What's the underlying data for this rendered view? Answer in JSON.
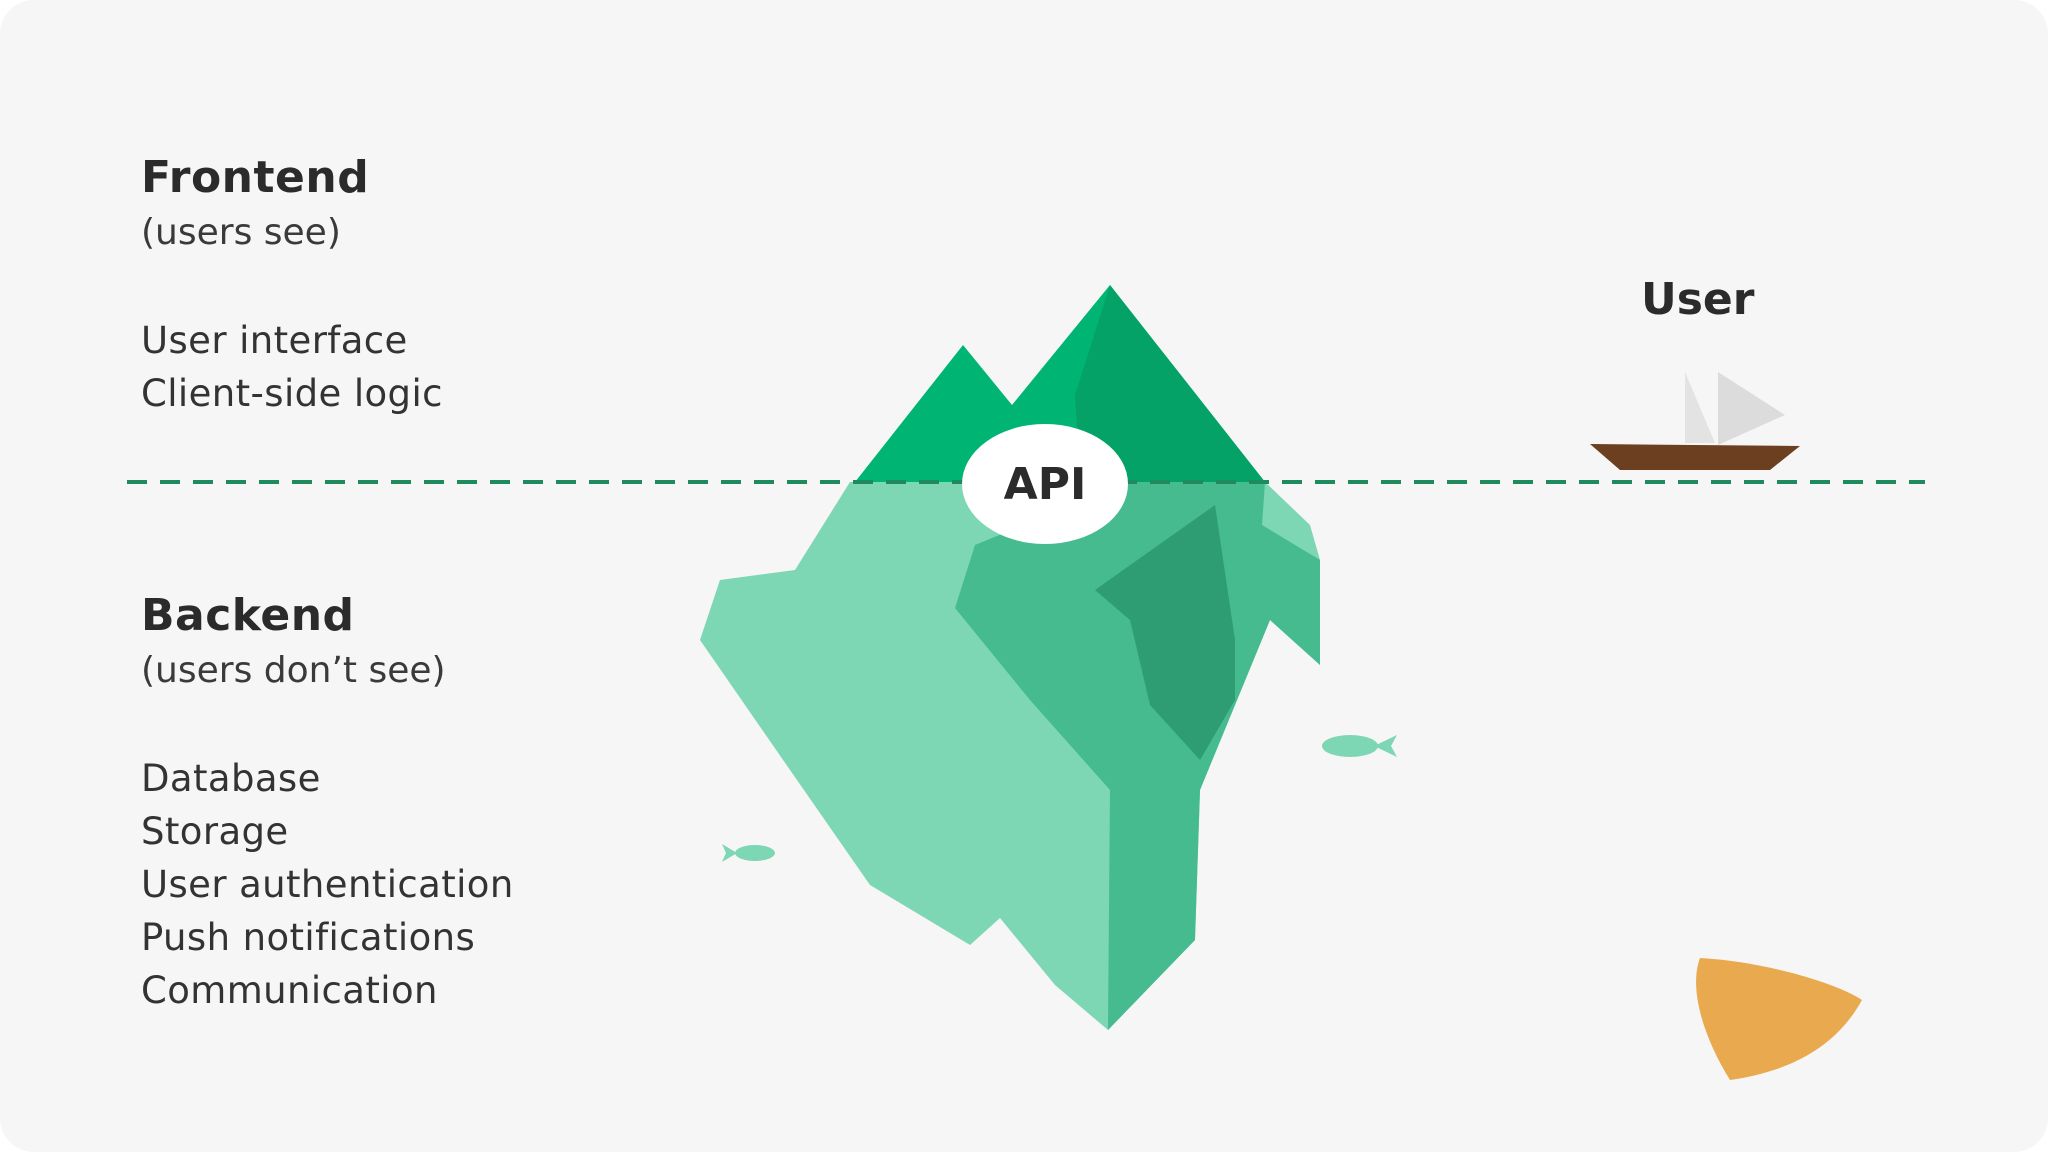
{
  "frontend": {
    "title": "Frontend",
    "subtitle": "(users see)",
    "items": [
      "User interface",
      "Client-side logic"
    ]
  },
  "backend": {
    "title": "Backend",
    "subtitle": "(users don’t see)",
    "items": [
      "Database",
      "Storage",
      "User authentication",
      "Push notifications",
      "Communication"
    ]
  },
  "api": {
    "label": "API"
  },
  "user": {
    "label": "User"
  },
  "colors": {
    "background": "#f6f6f6",
    "iceberg_top_light": "#00b574",
    "iceberg_top_dark": "#05a268",
    "iceberg_under_light": "#7dd6b4",
    "iceberg_under_mid": "#45bb8f",
    "iceberg_under_dark": "#2f9d73",
    "waterline": "#1e8a5e",
    "boat_hull": "#6b3f1f",
    "sail": "#e3e3e3",
    "accent_shape": "#e8a94f"
  }
}
